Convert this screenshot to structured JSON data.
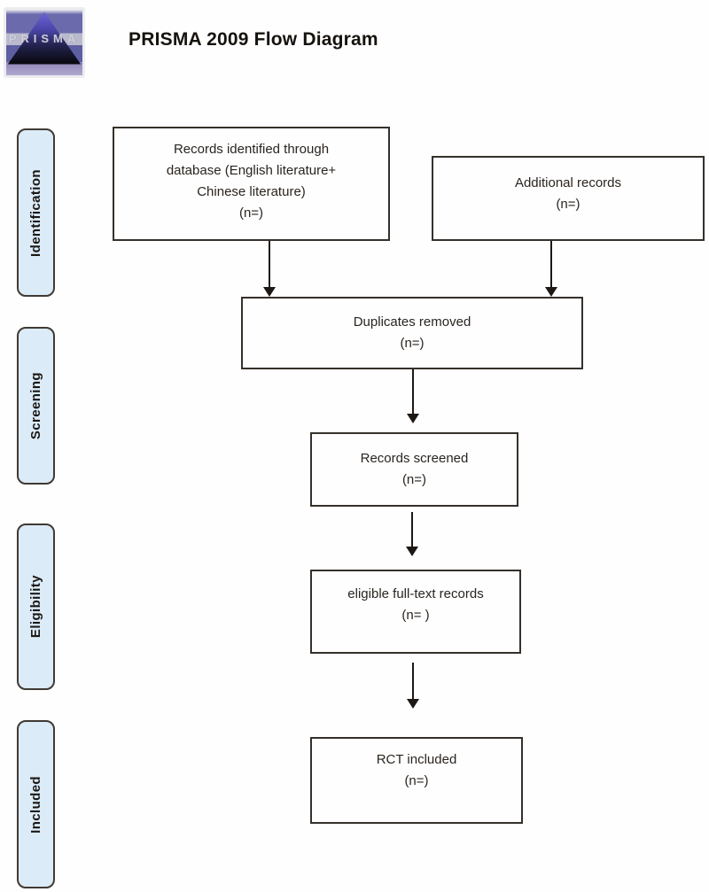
{
  "header": {
    "title": "PRISMA 2009 Flow Diagram"
  },
  "logo": {
    "text": "PRISMA"
  },
  "stages": [
    {
      "label": "Identification"
    },
    {
      "label": "Screening"
    },
    {
      "label": "Eligibility"
    },
    {
      "label": "Included"
    }
  ],
  "boxes": {
    "records_identified": {
      "text": "Records identified through\ndatabase (English literature+\nChinese literature)\n(n=)"
    },
    "additional_records": {
      "text": "Additional records\n(n=)"
    },
    "duplicates_removed": {
      "text": "Duplicates removed\n(n=)"
    },
    "records_screened": {
      "text": "Records screened\n(n=)"
    },
    "eligible_full_text": {
      "text": "eligible full-text records\n(n= )"
    },
    "rct_included": {
      "text": "RCT included\n(n=)"
    }
  },
  "colors": {
    "stage_fill": "#dbebf8",
    "box_border": "#35302b",
    "arrow": "#1d1813",
    "logo_indigo": "#6a6aac",
    "logo_dark": "#0b0b14"
  }
}
